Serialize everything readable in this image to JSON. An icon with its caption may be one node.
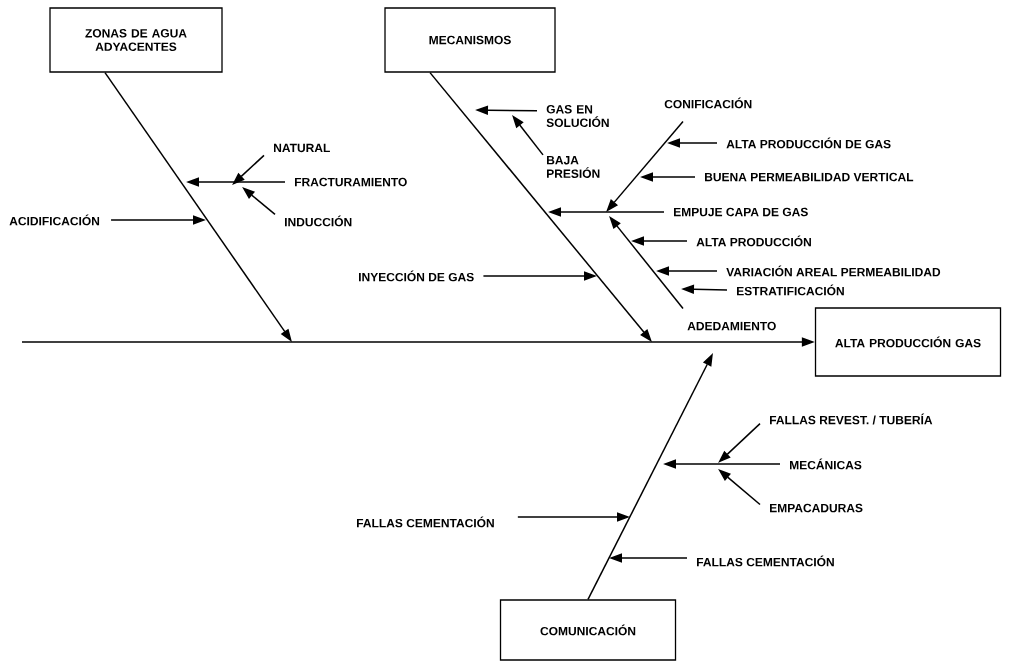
{
  "diagram": {
    "nodes": [
      {
        "text": [
          "ZONAS DE AGUA ADYACENTES"
        ]
      },
      {
        "text": [
          "MECANISMOS"
        ]
      },
      {
        "text": [
          "ALTA PRODUCCIÓN GAS"
        ]
      },
      {
        "text": [
          "COMUNICACIÓN"
        ]
      },
      {
        "text": [
          "NATURAL"
        ]
      },
      {
        "text": [
          "FRACTURAMIENTO"
        ]
      },
      {
        "text": [
          "INDUCCIÓN"
        ]
      },
      {
        "text": [
          "ACIDIFICACIÓN"
        ]
      },
      {
        "text": [
          "GAS EN SOLUCIÓN"
        ]
      },
      {
        "text": [
          "BAJA PRESIÓN"
        ]
      },
      {
        "text": [
          "CONIFICACIÓN"
        ]
      },
      {
        "text": [
          "ALTA PRODUCCIÓN DE GAS"
        ]
      },
      {
        "text": [
          "BUENA PERMEABILIDAD VERTICAL"
        ]
      },
      {
        "text": [
          "EMPUJE CAPA DE GAS"
        ]
      },
      {
        "text": [
          "ALTA PRODUCCIÓN"
        ]
      },
      {
        "text": [
          "VARIACIÓN AREAL PERMEABILIDAD"
        ]
      },
      {
        "text": [
          "ESTRATIFICACIÓN"
        ]
      },
      {
        "text": [
          "ADEDAMIENTO"
        ]
      },
      {
        "text": [
          "INYECCIÓN DE GAS"
        ]
      },
      {
        "text": [
          "FALLAS REVEST. / TUBERÍA"
        ]
      },
      {
        "text": [
          "MECÁNICAS"
        ]
      },
      {
        "text": [
          "EMPACADURAS"
        ]
      },
      {
        "text": [
          "FALLAS CEMENTACIÓN"
        ]
      },
      {
        "text": [
          "FALLAS CEMENTACIÓN"
        ]
      }
    ],
    "edges": [
      {
        "from": null,
        "to": 2,
        "arrow": "to"
      },
      {
        "from": 0,
        "to": null,
        "arrow": "to"
      },
      {
        "from": 1,
        "to": null,
        "arrow": "to"
      },
      {
        "from": 3,
        "to": null,
        "arrow": "to"
      },
      {
        "from": 4,
        "to": null,
        "arrow": "to"
      },
      {
        "from": 5,
        "to": null,
        "arrow": "to"
      },
      {
        "from": 6,
        "to": null,
        "arrow": "to"
      },
      {
        "from": 7,
        "to": null,
        "arrow": "to"
      },
      {
        "from": 8,
        "to": null,
        "arrow": "to"
      },
      {
        "from": 9,
        "to": null,
        "arrow": "to"
      },
      {
        "from": 10,
        "to": null,
        "arrow": "to"
      },
      {
        "from": 11,
        "to": null,
        "arrow": "to"
      },
      {
        "from": 12,
        "to": null,
        "arrow": "to"
      },
      {
        "from": 13,
        "to": null,
        "arrow": "to"
      },
      {
        "from": 14,
        "to": null,
        "arrow": "to"
      },
      {
        "from": 15,
        "to": null,
        "arrow": "to"
      },
      {
        "from": 16,
        "to": null,
        "arrow": "to"
      },
      {
        "from": 17,
        "to": null,
        "arrow": "to"
      },
      {
        "from": 18,
        "to": null,
        "arrow": "to"
      },
      {
        "from": 19,
        "to": null,
        "arrow": "to"
      },
      {
        "from": 20,
        "to": null,
        "arrow": "to"
      },
      {
        "from": 21,
        "to": null,
        "arrow": "to"
      },
      {
        "from": 22,
        "to": null,
        "arrow": "to"
      },
      {
        "from": 23,
        "to": null,
        "arrow": "to"
      }
    ]
  }
}
